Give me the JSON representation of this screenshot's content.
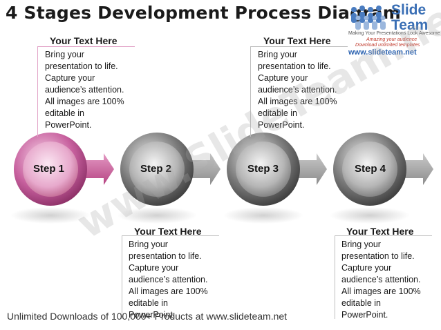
{
  "title": "4 Stages Development Process Diagram",
  "logo": {
    "brand_line1": "Slide",
    "brand_line2": "Team",
    "tagline": "Making Your Presentations Look Awesome",
    "amazing": "Amazing your audience",
    "download": "Download unlimited templates",
    "url": "www.slideteam.net"
  },
  "text_boxes": [
    {
      "heading": "Your Text Here",
      "lines": [
        "Bring your",
        "presentation to life.",
        "Capture your",
        "audience’s attention.",
        "All images are 100%",
        "editable in",
        "PowerPoint."
      ]
    },
    {
      "heading": "Your Text Here",
      "lines": [
        "Bring your",
        "presentation to life.",
        "Capture your",
        "audience’s attention.",
        "All images are 100%",
        "editable in",
        "PowerPoint."
      ]
    },
    {
      "heading": "Your Text Here",
      "lines": [
        "Bring your",
        "presentation to life.",
        "Capture your",
        "audience’s attention.",
        "All images are 100%",
        "editable in",
        "PowerPoint."
      ]
    },
    {
      "heading": "Your Text Here",
      "lines": [
        "Bring your",
        "presentation to life.",
        "Capture your",
        "audience’s attention.",
        "All images are 100%",
        "editable in",
        "PowerPoint."
      ]
    }
  ],
  "steps": [
    {
      "label": "Step 1",
      "color": "#c0508f"
    },
    {
      "label": "Step 2",
      "color": "#8a8a8a"
    },
    {
      "label": "Step 3",
      "color": "#8a8a8a"
    },
    {
      "label": "Step 4",
      "color": "#8a8a8a"
    }
  ],
  "watermark": "www.SlideTeam.net",
  "footer": "Unlimited Downloads of 100,000+ Products at www.slideteam.net"
}
